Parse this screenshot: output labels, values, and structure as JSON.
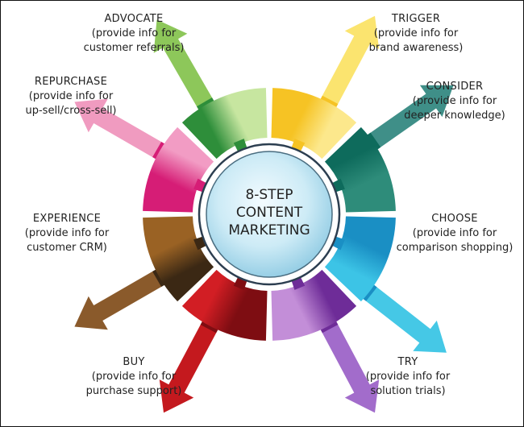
{
  "center": {
    "line1": "8-STEP",
    "line2": "CONTENT",
    "line3": "MARKETING"
  },
  "steps": [
    {
      "id": "trigger",
      "title": "TRIGGER",
      "desc1": "(provide info for",
      "desc2": "brand awareness)",
      "color": "#F6C324",
      "light": "#FCE88C",
      "arrow": "#FBE46F"
    },
    {
      "id": "consider",
      "title": "CONSIDER",
      "desc1": "(provide info for",
      "desc2": "deeper knowledge)",
      "color": "#0E6B5C",
      "light": "#2E8C7A",
      "arrow": "#3F8F88"
    },
    {
      "id": "choose",
      "title": "CHOOSE",
      "desc1": "(provide info for",
      "desc2": "comparison shopping)",
      "color": "#1A8FC4",
      "light": "#3CC4E6",
      "arrow": "#45C8E6"
    },
    {
      "id": "try",
      "title": "TRY",
      "desc1": "(provide info for",
      "desc2": "solution trials)",
      "color": "#6E2C98",
      "light": "#C38ED8",
      "arrow": "#A26CCB"
    },
    {
      "id": "buy",
      "title": "BUY",
      "desc1": "(provide info for",
      "desc2": "purchase support)",
      "color": "#7E0D12",
      "light": "#D21E24",
      "arrow": "#C4191E"
    },
    {
      "id": "experience",
      "title": "EXPERIENCE",
      "desc1": "(provide info for",
      "desc2": "customer CRM)",
      "color": "#3B2814",
      "light": "#9A6224",
      "arrow": "#8A5A2B"
    },
    {
      "id": "repurchase",
      "title": "REPURCHASE",
      "desc1": "(provide info for",
      "desc2": "up-sell/cross-sell)",
      "color": "#D61D76",
      "light": "#F29CC4",
      "arrow": "#F09BC0"
    },
    {
      "id": "advocate",
      "title": "ADVOCATE",
      "desc1": "(provide info for",
      "desc2": "customer referrals)",
      "color": "#2E8E3A",
      "light": "#C7E6A0",
      "arrow": "#8DC75A"
    }
  ]
}
